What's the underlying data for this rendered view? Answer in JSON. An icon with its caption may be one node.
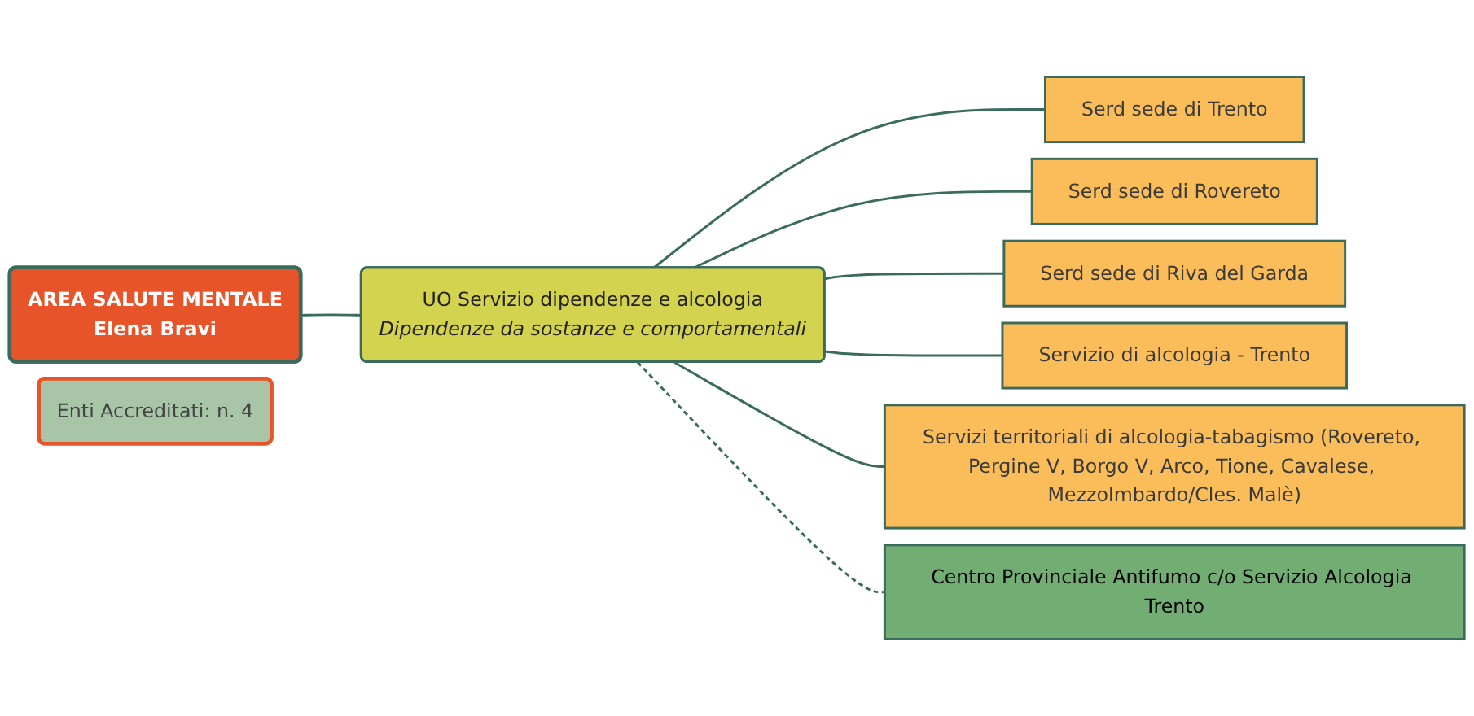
{
  "diagram": {
    "nodes": [
      {
        "text": [
          "AREA SALUTE MENTALE",
          "Elena Bravi"
        ]
      },
      {
        "text": [
          "UO Servizio dipendenze e alcologia",
          "Dipendenze da sostanze e comportamentali"
        ]
      },
      {
        "text": [
          "Serd sede di Trento"
        ]
      },
      {
        "text": [
          "Serd sede di Rovereto"
        ]
      },
      {
        "text": [
          "Serd sede di Riva del Garda"
        ]
      },
      {
        "text": [
          "Servizio di alcologia - Trento"
        ]
      },
      {
        "text": [
          "Servizi territoriali di alcologia-tabagismo (Rovereto, Pergine V, Borgo V, Arco, Tione, Cavalese, Mezzolmbardo/Cles. Malè)"
        ]
      },
      {
        "text": [
          "Centro Provinciale Antifumo c/o Servizio Alcologia Trento"
        ]
      },
      {
        "text": [
          "Enti Accreditati: n. 4"
        ]
      }
    ],
    "edges": [
      {
        "from": 0,
        "to": 1,
        "arrow": "none"
      },
      {
        "from": 1,
        "to": 2,
        "arrow": "none"
      },
      {
        "from": 1,
        "to": 3,
        "arrow": "none"
      },
      {
        "from": 1,
        "to": 4,
        "arrow": "none"
      },
      {
        "from": 1,
        "to": 5,
        "arrow": "none"
      },
      {
        "from": 1,
        "to": 6,
        "arrow": "none"
      },
      {
        "from": 1,
        "to": 7,
        "arrow": "none",
        "style": "dashed"
      }
    ]
  }
}
